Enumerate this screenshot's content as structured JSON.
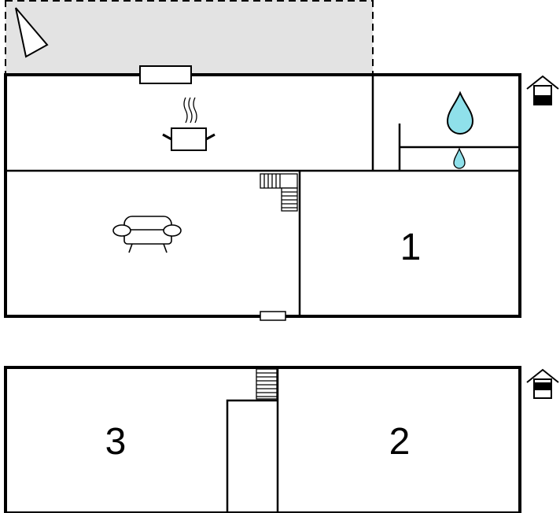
{
  "floorplan": {
    "ground_floor": {
      "rooms": [
        {
          "id": "kitchen",
          "icon": "cooking-pot-icon",
          "label": ""
        },
        {
          "id": "bathroom",
          "icon": "water-drop-icon",
          "label": ""
        },
        {
          "id": "living-room",
          "icon": "sofa-icon",
          "label": ""
        },
        {
          "id": "bedroom-1",
          "label": "1"
        }
      ],
      "level_icon": "house-level-icon",
      "terrace_icon": "terrace-pennant-icon"
    },
    "upper_floor": {
      "rooms": [
        {
          "id": "bedroom-3",
          "label": "3"
        },
        {
          "id": "bedroom-2",
          "label": "2"
        }
      ],
      "level_icon": "house-level-icon"
    },
    "colors": {
      "wall": "#000000",
      "terrace": "#e3e3e3",
      "water": "#8fe0ea"
    }
  }
}
